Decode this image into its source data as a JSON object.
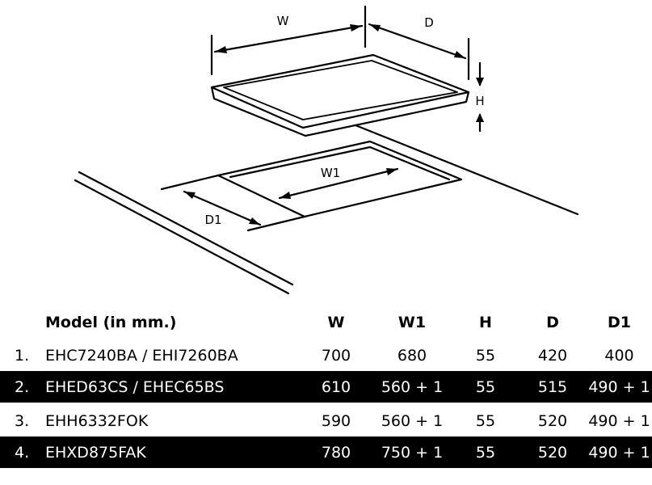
{
  "diagram": {
    "labels": {
      "w": "W",
      "d": "D",
      "h": "H",
      "w1": "W1",
      "d1": "D1"
    }
  },
  "table": {
    "headers": {
      "model": "Model (in mm.)",
      "w": "W",
      "w1": "W1",
      "h": "H",
      "d": "D",
      "d1": "D1"
    },
    "rows": [
      {
        "num": "1.",
        "model": "EHC7240BA / EHI7260BA",
        "w": "700",
        "w1": "680",
        "h": "55",
        "d": "420",
        "d1": "400",
        "dark": false
      },
      {
        "num": "2.",
        "model": "EHED63CS / EHEC65BS",
        "w": "610",
        "w1": "560 + 1",
        "h": "55",
        "d": "515",
        "d1": "490 + 1",
        "dark": true
      },
      {
        "num": "3.",
        "model": "EHH6332FOK",
        "w": "590",
        "w1": "560 + 1",
        "h": "55",
        "d": "520",
        "d1": "490 + 1",
        "dark": false
      },
      {
        "num": "4.",
        "model": "EHXD875FAK",
        "w": "780",
        "w1": "750 + 1",
        "h": "55",
        "d": "520",
        "d1": "490 + 1",
        "dark": true
      }
    ]
  },
  "colors": {
    "ink": "#000000",
    "background": "#ffffff",
    "dark_row_text": "#ffffff"
  }
}
